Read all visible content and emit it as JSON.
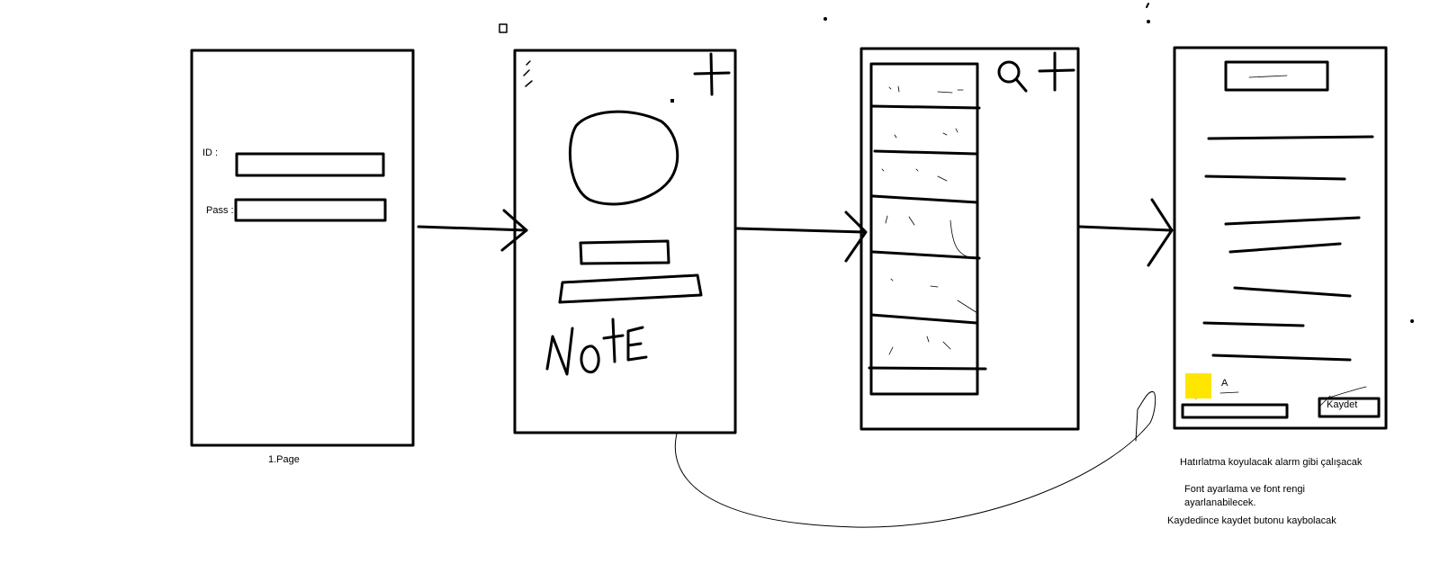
{
  "login_screen": {
    "id_label": "ID :",
    "pass_label": "Pass :",
    "page_label": "1.Page"
  },
  "home_screen": {
    "note_label": "Note"
  },
  "editor_screen": {
    "font_label": "A",
    "save_button": "Kaydet",
    "color_swatch": "#ffe600"
  },
  "notes": {
    "reminder": "Hatırlatma koyulacak alarm gibi çalışacak",
    "font_line1": "Font ayarlama ve font rengi",
    "font_line2": "ayarlanabilecek.",
    "save_hide": "Kaydedince kaydet butonu kaybolacak"
  }
}
